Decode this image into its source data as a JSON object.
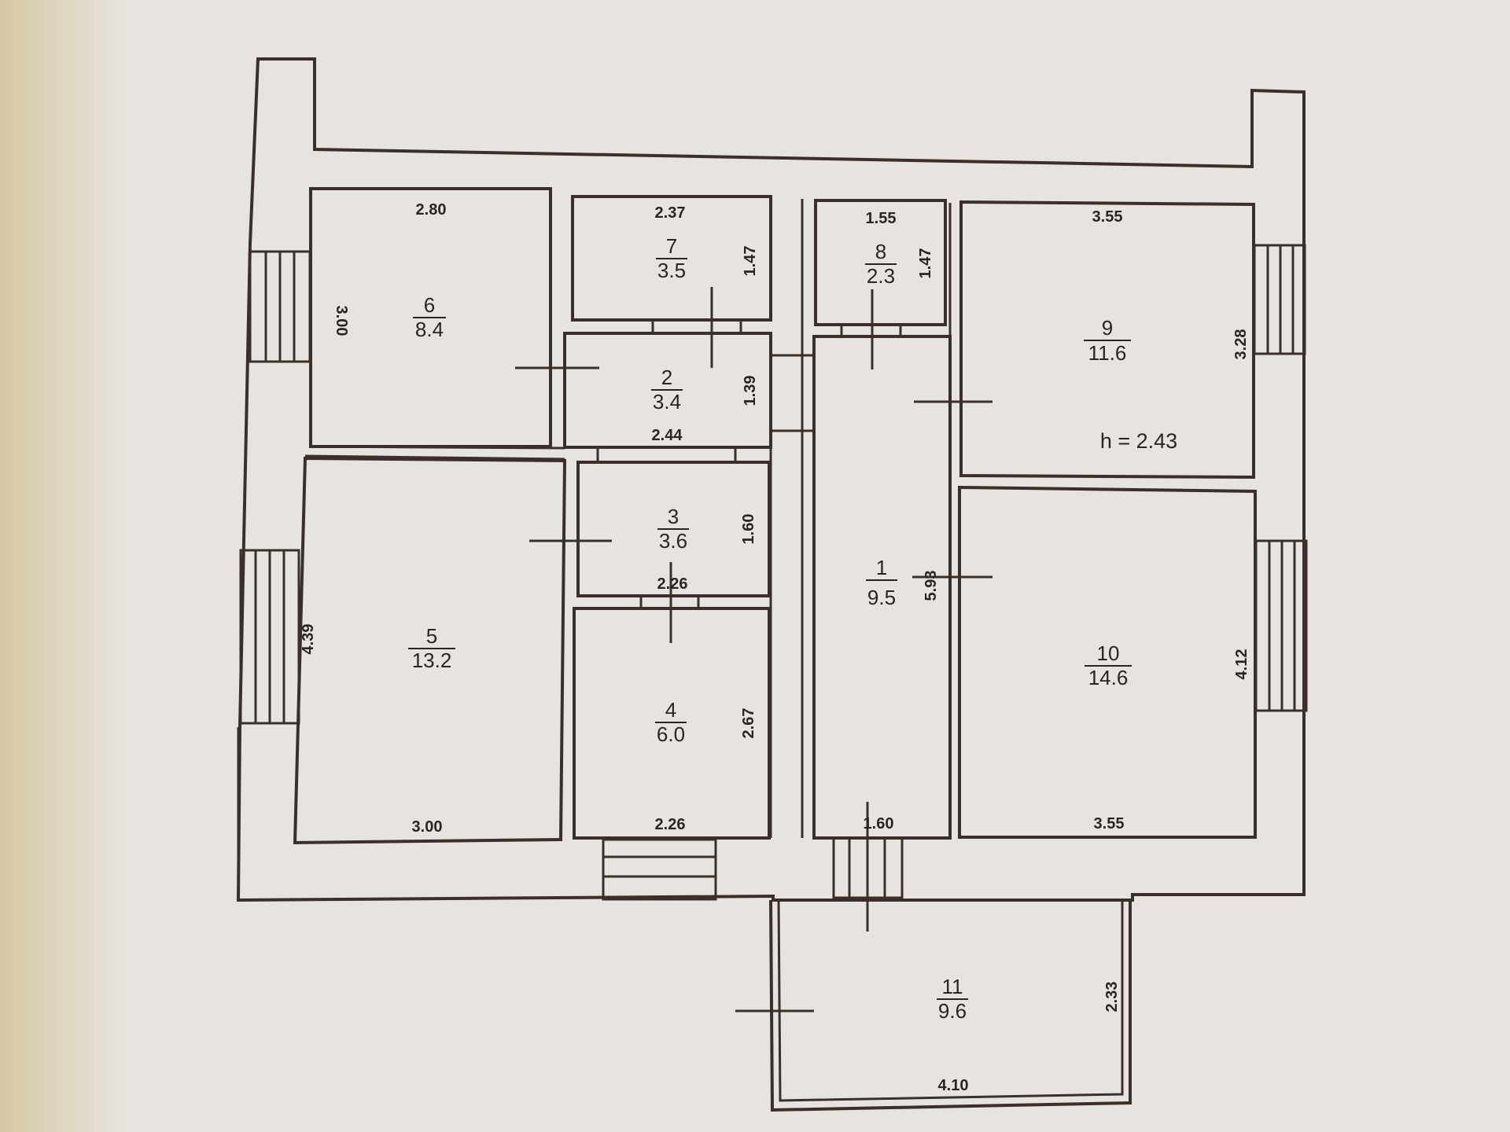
{
  "rooms": {
    "r1": {
      "number": "1",
      "area": "9.5"
    },
    "r2": {
      "number": "2",
      "area": "3.4"
    },
    "r3": {
      "number": "3",
      "area": "3.6"
    },
    "r4": {
      "number": "4",
      "area": "6.0"
    },
    "r5": {
      "number": "5",
      "area": "13.2"
    },
    "r6": {
      "number": "6",
      "area": "8.4"
    },
    "r7": {
      "number": "7",
      "area": "3.5"
    },
    "r8": {
      "number": "8",
      "area": "2.3"
    },
    "r9": {
      "number": "9",
      "area": "11.6"
    },
    "r10": {
      "number": "10",
      "area": "14.6"
    },
    "r11": {
      "number": "11",
      "area": "9.6"
    }
  },
  "dimensions": {
    "room6_top": "2.80",
    "room6_left": "3.00",
    "room7_top": "2.37",
    "room7_right": "1.47",
    "room2_right": "1.39",
    "room2_bottom": "2.44",
    "room3_right": "1.60",
    "room3_bottom": "2.26",
    "room4_right": "2.67",
    "room4_bottom": "2.26",
    "room5_left": "4.39",
    "room5_bottom": "3.00",
    "room8_top": "1.55",
    "room8_right": "1.47",
    "room1_right": "5.93",
    "room1_bottom": "1.60",
    "room9_top": "3.55",
    "room9_right": "3.28",
    "room10_right": "4.12",
    "room10_bottom": "3.55",
    "room11_right": "2.33",
    "room11_bottom": "4.10"
  },
  "ceiling_height": "h = 2.43"
}
